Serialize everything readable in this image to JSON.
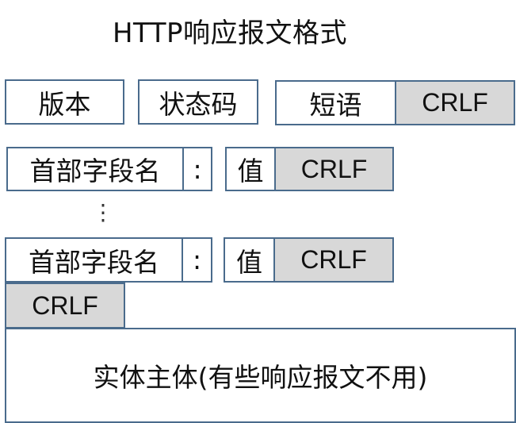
{
  "title": "HTTP响应报文格式",
  "status_line": {
    "version": "版本",
    "status_code": "状态码",
    "phrase": "短语",
    "crlf": "CRLF"
  },
  "header_lines": [
    {
      "field_name": "首部字段名",
      "colon": ":",
      "value": "值",
      "crlf": "CRLF"
    },
    {
      "field_name": "首部字段名",
      "colon": ":",
      "value": "值",
      "crlf": "CRLF"
    }
  ],
  "ellipsis": "⋮",
  "blank_line": {
    "crlf": "CRLF"
  },
  "entity_body": {
    "label": "实体主体(有些响应报文不用)"
  }
}
